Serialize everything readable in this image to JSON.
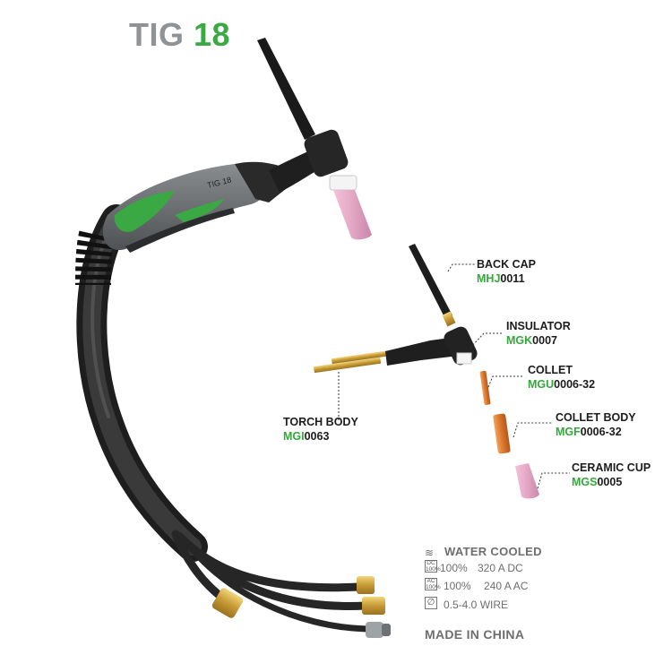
{
  "title": {
    "prefix": "TIG",
    "number": "18"
  },
  "handle_marking": "TIG 18",
  "parts": [
    {
      "label": "BACK CAP",
      "code_prefix": "MHJ",
      "code_number": "0011"
    },
    {
      "label": "INSULATOR",
      "code_prefix": "MGK",
      "code_number": "0007"
    },
    {
      "label": "COLLET",
      "code_prefix": "MGU",
      "code_number": "0006-32"
    },
    {
      "label": "COLLET BODY",
      "code_prefix": "MGF",
      "code_number": "0006-32"
    },
    {
      "label": "CERAMIC CUP",
      "code_prefix": "MGS",
      "code_number": "0005"
    },
    {
      "label": "TORCH BODY",
      "code_prefix": "MGI",
      "code_number": "0063"
    }
  ],
  "specs": {
    "cooling": "WATER COOLED",
    "dc_badge_top": "DC",
    "dc_badge_bottom": "100%",
    "dc_duty": "100%",
    "dc_rating": "320 A DC",
    "ac_badge_top": "AC",
    "ac_badge_bottom": "100%",
    "ac_duty": "100%",
    "ac_rating": "240 A AC",
    "wire_badge": "∅",
    "wire": "0.5-4.0 WIRE",
    "origin": "MADE IN CHINA"
  },
  "colors": {
    "brand_green": "#3aa843",
    "title_gray": "#8f9396",
    "ceramic_pink": "#e3a6c4"
  }
}
